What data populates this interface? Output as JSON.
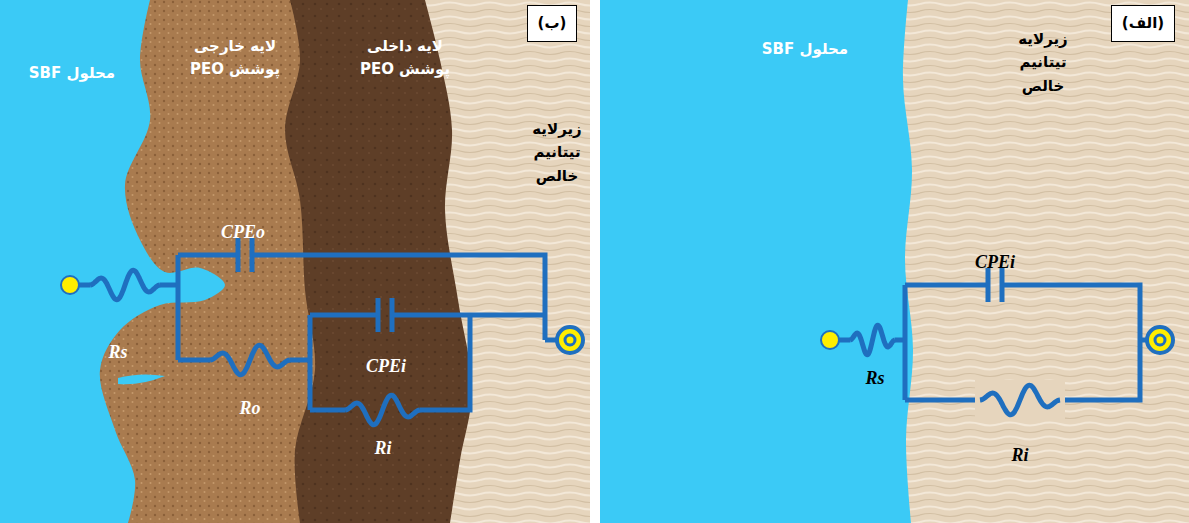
{
  "diagram": {
    "nodes": [
      {
        "text": [
          "(الف)"
        ]
      },
      {
        "text": [
          "محلول SBF"
        ]
      },
      {
        "text": [
          "زیرلایه تیتانیم خالص"
        ]
      },
      {
        "text": [
          "(ب)"
        ]
      },
      {
        "text": [
          "زیرلایه تیتانیم خالص"
        ]
      },
      {
        "text": [
          "لایه داخلی پوشش PEO"
        ]
      },
      {
        "text": [
          "لایه خارجی پوشش PEO"
        ]
      },
      {
        "text": [
          "محلول SBF"
        ]
      }
    ],
    "labels": [
      "CPEi",
      "Rs",
      "Ri",
      "CPEo",
      "Rs",
      "Ro",
      "CPEi",
      "Ri"
    ]
  }
}
